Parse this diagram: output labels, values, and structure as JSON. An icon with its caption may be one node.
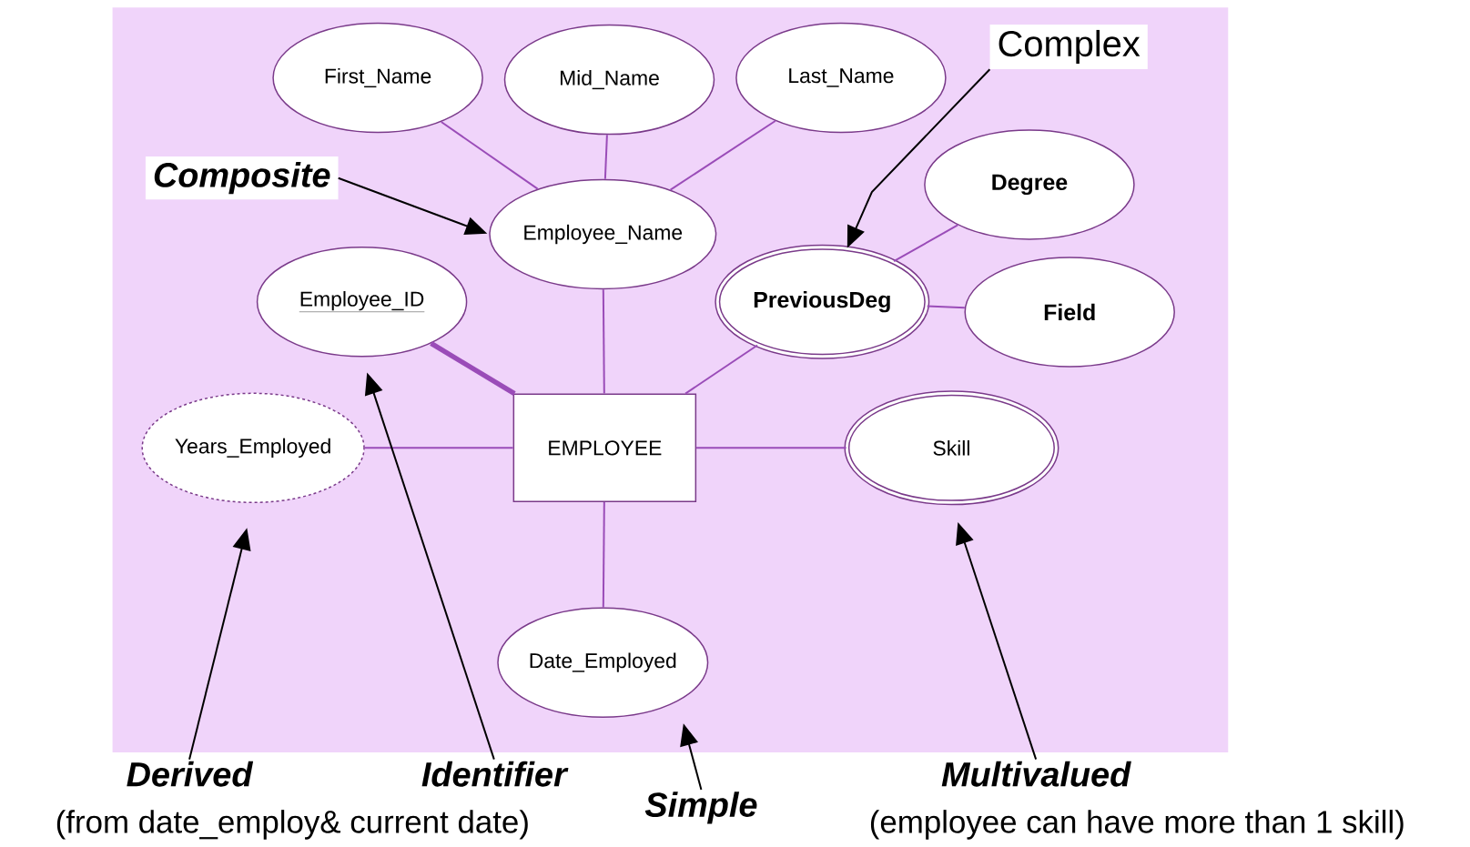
{
  "diagram": {
    "nodes": [
      {
        "text": [
          "First_Name"
        ]
      },
      {
        "text": [
          "Mid_Name"
        ]
      },
      {
        "text": [
          "Last_Name"
        ]
      },
      {
        "text": [
          "Complex"
        ]
      },
      {
        "text": [
          "Composite"
        ]
      },
      {
        "text": [
          "Employee_Name"
        ]
      },
      {
        "text": [
          "Degree"
        ]
      },
      {
        "text": [
          "Employee_ID"
        ]
      },
      {
        "text": [
          "PreviousDeg"
        ]
      },
      {
        "text": [
          "Field"
        ]
      },
      {
        "text": [
          "Years_Employed"
        ]
      },
      {
        "text": [
          "EMPLOYEE"
        ]
      },
      {
        "text": [
          "Skill"
        ]
      },
      {
        "text": [
          "Date_Employed"
        ]
      },
      {
        "text": [
          "Derived"
        ],
        "beside": [
          "(from date_employ& current date)"
        ]
      },
      {
        "text": [
          "Identifier"
        ]
      },
      {
        "text": [
          "Simple"
        ]
      },
      {
        "text": [
          "Multivalued"
        ],
        "beside": [
          "(employee can have more than 1 skill)"
        ]
      }
    ],
    "edges": [
      {
        "from": 5,
        "to": 0,
        "arrow": "none"
      },
      {
        "from": 5,
        "to": 1,
        "arrow": "none"
      },
      {
        "from": 5,
        "to": 2,
        "arrow": "none"
      },
      {
        "from": 3,
        "to": 8,
        "arrow": "to",
        "color": "#000000"
      },
      {
        "from": 4,
        "to": 5,
        "arrow": "to",
        "color": "#000000"
      },
      {
        "from": 8,
        "to": 6,
        "arrow": "none"
      },
      {
        "from": 8,
        "to": 9,
        "arrow": "none"
      },
      {
        "from": 11,
        "to": 5,
        "arrow": "none"
      },
      {
        "from": 11,
        "to": 7,
        "arrow": "none",
        "style": "thick"
      },
      {
        "from": 11,
        "to": 8,
        "arrow": "none"
      },
      {
        "from": 11,
        "to": 10,
        "arrow": "none"
      },
      {
        "from": 11,
        "to": 12,
        "arrow": "none"
      },
      {
        "from": 11,
        "to": 13,
        "arrow": "none"
      },
      {
        "from": 14,
        "to": 10,
        "arrow": "to",
        "color": "#000000"
      },
      {
        "from": 15,
        "to": 7,
        "arrow": "to",
        "color": "#000000"
      },
      {
        "from": 16,
        "to": 13,
        "arrow": "to",
        "color": "#000000"
      },
      {
        "from": 17,
        "to": 12,
        "arrow": "to",
        "color": "#000000"
      }
    ]
  }
}
